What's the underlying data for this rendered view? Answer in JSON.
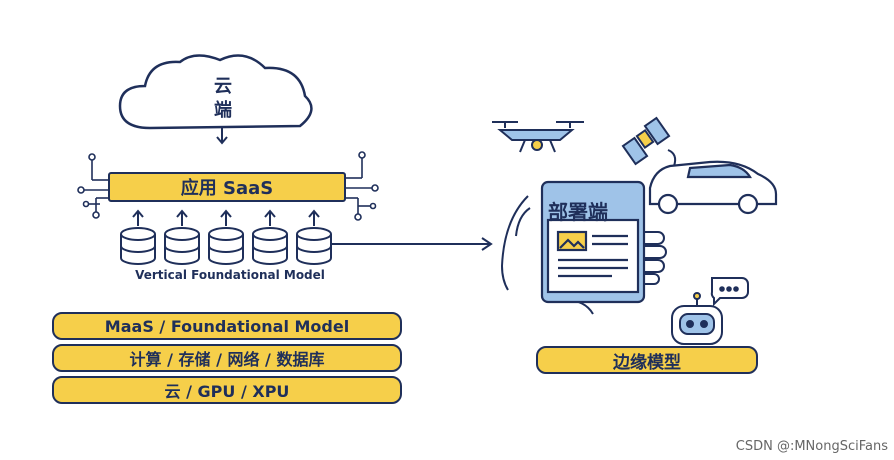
{
  "cloud": {
    "label_line1": "云",
    "label_line2": "端"
  },
  "saas": {
    "label": "应用 SaaS"
  },
  "model_label": "Vertical Foundational Model",
  "layers": [
    {
      "label": "MaaS / Foundational Model"
    },
    {
      "label": "计算 / 存储 / 网络 / 数据库"
    },
    {
      "label": "云 / GPU / XPU"
    }
  ],
  "deploy": {
    "label": "部署端"
  },
  "edge": {
    "label": "边缘模型"
  },
  "watermark": "CSDN @:MNongSciFans",
  "colors": {
    "accent": "#f6cf4a",
    "line": "#1f2f5a",
    "screen": "#9fc3e8"
  }
}
